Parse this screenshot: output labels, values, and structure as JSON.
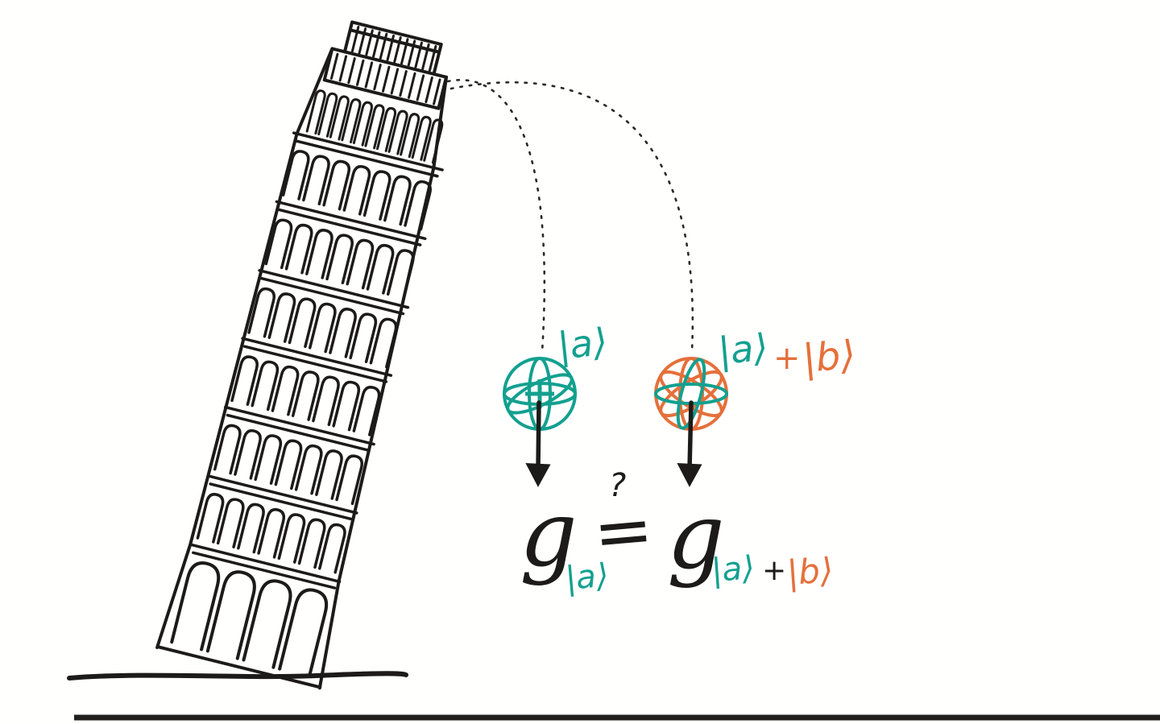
{
  "sketch": {
    "colors": {
      "ink": "#1d1b19",
      "teal": "#13a08f",
      "orange": "#e5703b",
      "paper": "#fffffe"
    },
    "drop_labels": {
      "single_state": "|a⟩",
      "superposition_state_a": "|a⟩",
      "superposition_plus": "+",
      "superposition_state_b": "|b⟩"
    },
    "equation": {
      "g_single": "g",
      "g_single_subscript": "|a⟩",
      "question_mark": "?",
      "equals_sign": "=",
      "g_superposition": "g",
      "g_superposition_subscript_a": "|a⟩",
      "g_superposition_subscript_plus": "+",
      "g_superposition_subscript_b": "|b⟩"
    }
  }
}
